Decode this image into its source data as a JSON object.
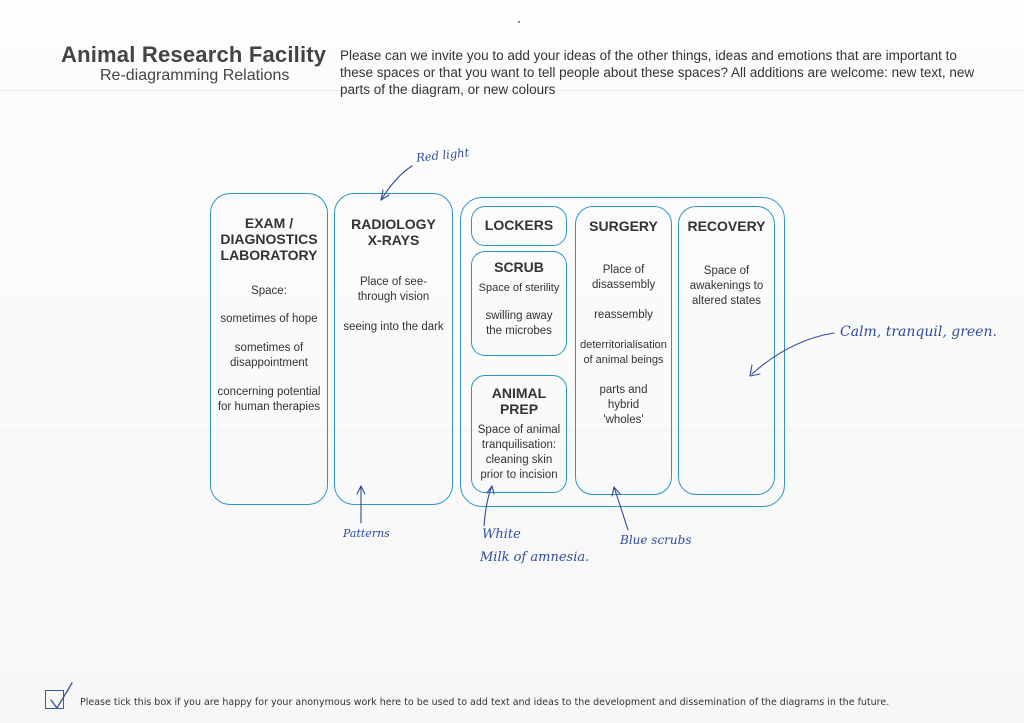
{
  "header": {
    "title": "Animal Research Facility",
    "subtitle": "Re-diagramming Relations",
    "intro": "Please can we invite you to add your ideas of the other things, ideas and emotions that are important to these spaces or that you want to tell people about these spaces? All additions are welcome: new text, new parts of the diagram, or new colours"
  },
  "boxes": {
    "exam": {
      "head": "EXAM / DIAGNOSTICS LABORATORY",
      "lines": [
        "Space:",
        "sometimes of hope",
        "sometimes of disappointment",
        "concerning potential for human therapies"
      ]
    },
    "radiology": {
      "head": "RADIOLOGY X-RAYS",
      "lines": [
        "Place of see-through vision",
        "seeing into the dark"
      ]
    },
    "lockers": {
      "head": "LOCKERS"
    },
    "scrub": {
      "head": "SCRUB",
      "lines": [
        "Space of sterility",
        "swilling away the microbes"
      ]
    },
    "prep": {
      "head": "ANIMAL PREP",
      "lines": [
        "Space of animal tranquilisation: cleaning skin prior to incision"
      ]
    },
    "surgery": {
      "head": "SURGERY",
      "lines": [
        "Place of disassembly",
        "reassembly",
        "deterritorialisation of animal beings",
        "parts and hybrid 'wholes'"
      ]
    },
    "recovery": {
      "head": "RECOVERY",
      "lines": [
        "Space of awakenings to altered states"
      ]
    }
  },
  "annotations": {
    "red_light": "Red light",
    "calm": "Calm, tranquil, green.",
    "patterns": "Patterns",
    "white": "White",
    "milk": "Milk of amnesia.",
    "blue_scrubs": "Blue scrubs"
  },
  "consent": {
    "checked": true,
    "text": "Please tick this box if you are happy for your anonymous work here to be used to add text and ideas to the development and dissemination of the diagrams in the future."
  },
  "colors": {
    "box_border": "#2f94c4",
    "handwriting": "#2e4d9a"
  }
}
